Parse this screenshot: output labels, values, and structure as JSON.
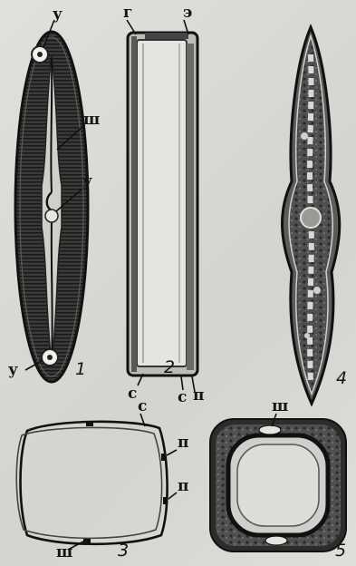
{
  "labels": {
    "fig1_top_y": "у",
    "fig1_sh": "ш",
    "fig1_mid_y": "у",
    "fig1_bottom_y": "у",
    "fig1_num": "1",
    "fig2_g": "г",
    "fig2_e": "э",
    "fig2_c_left": "с",
    "fig2_num": "2",
    "fig2_c_right": "с",
    "fig2_p": "п",
    "fig3_c": "с",
    "fig3_p_top": "п",
    "fig3_p_bottom": "п",
    "fig3_sh": "ш",
    "fig3_num": "3",
    "fig4_num": "4",
    "fig5_sh": "ш",
    "fig5_num": "5"
  }
}
